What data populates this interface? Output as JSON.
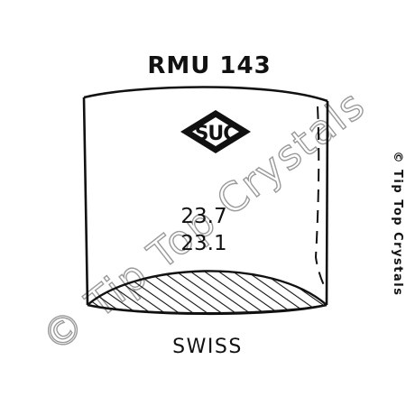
{
  "diagram": {
    "part_code": "RMU 143",
    "brand_logo_text": "SUC",
    "dimension_primary": "23.7",
    "dimension_secondary": "23.1",
    "origin": "SWISS"
  },
  "watermark": {
    "diagonal_text": "© Tip Top Crystals",
    "side_text": "© Tip Top Crystals"
  },
  "colors": {
    "ink": "#111111",
    "watermark": "#9a9a9a",
    "paper": "#ffffff"
  }
}
